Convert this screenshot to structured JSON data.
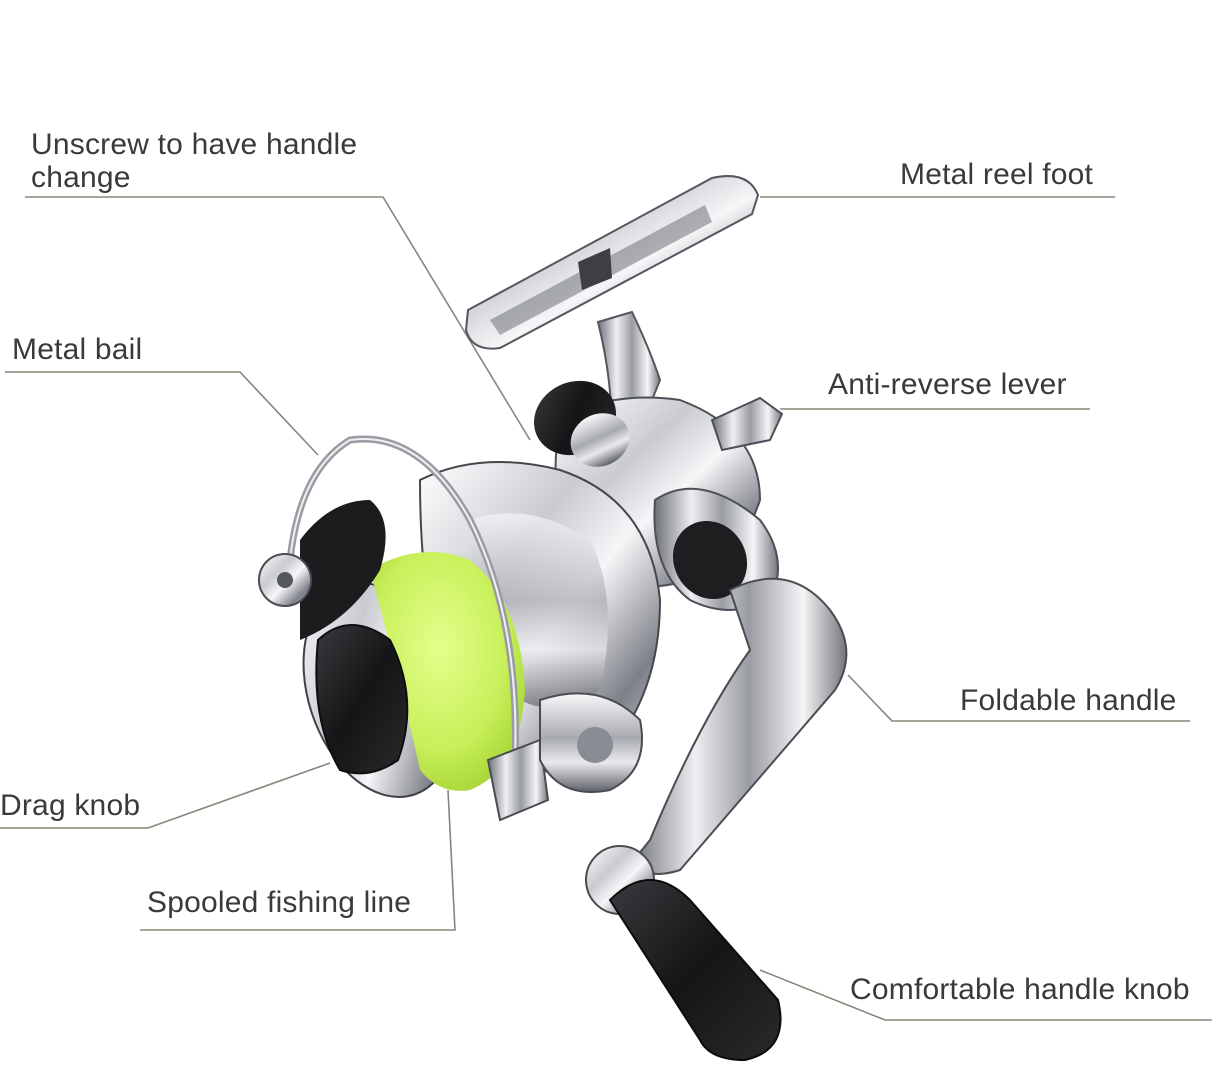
{
  "callouts": {
    "unscrew_handle": "Unscrew to have handle\nchange",
    "metal_reel_foot": "Metal reel foot",
    "metal_bail": "Metal bail",
    "anti_reverse_lever": "Anti-reverse lever",
    "foldable_handle": "Foldable handle",
    "drag_knob": "Drag knob",
    "spooled_fishing_line": "Spooled fishing line",
    "comfortable_handle_knob": "Comfortable handle knob"
  },
  "colors": {
    "leader_line": "#8a8578",
    "label_text": "#3a3a3a",
    "chrome_light": "#f4f4f6",
    "chrome_dark": "#6e7078",
    "fishing_line": "#c8f05a",
    "rubber_black": "#1b1b1d"
  }
}
